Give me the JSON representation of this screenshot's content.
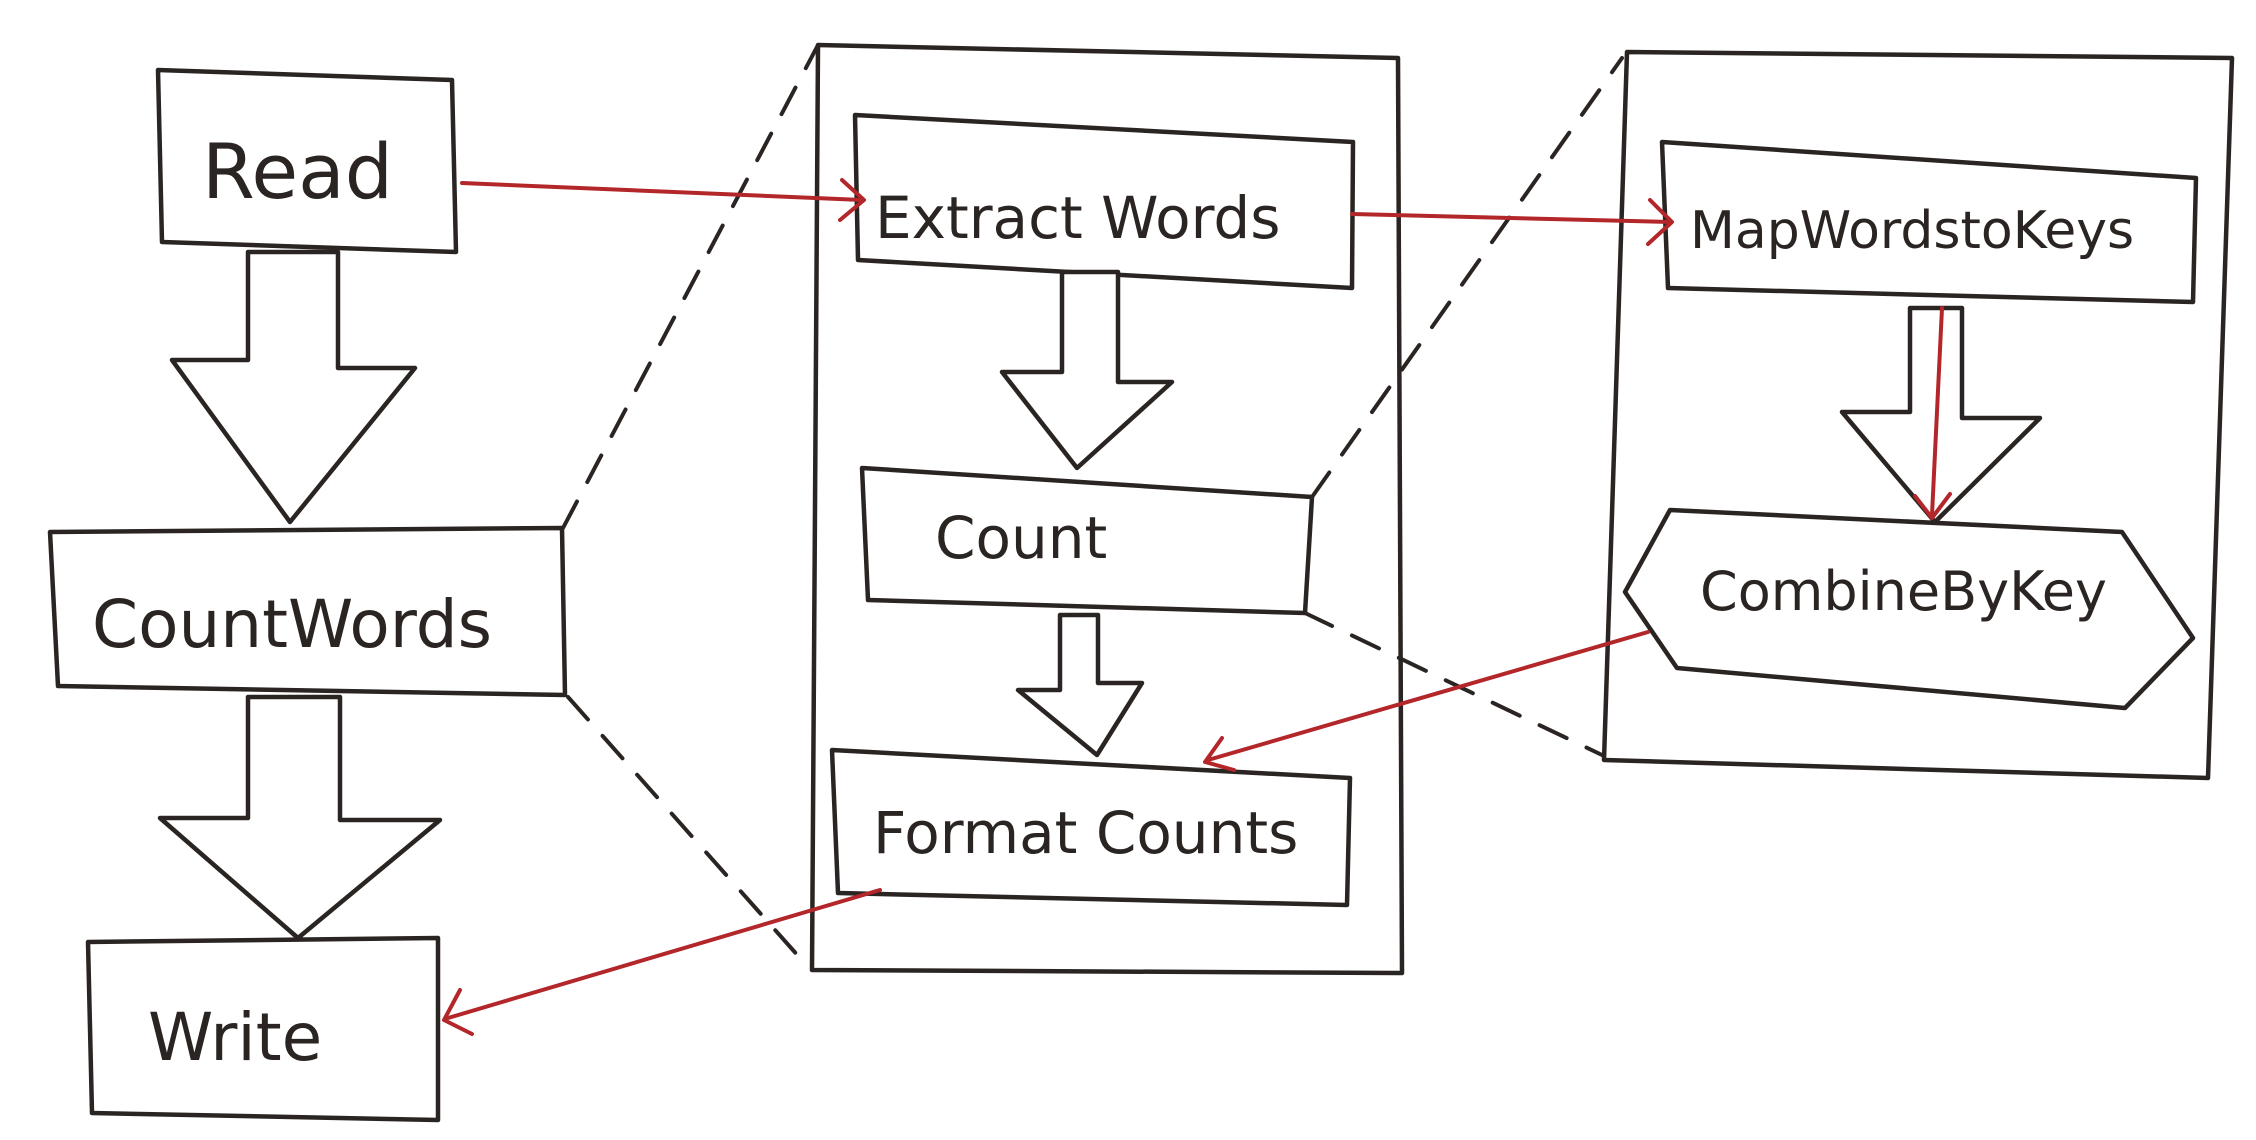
{
  "diagram": {
    "nodes": {
      "read": "Read",
      "count_words": "CountWords",
      "write": "Write",
      "extract_words": "Extract Words",
      "count": "Count",
      "format_counts": "Format Counts",
      "map_words_to_keys": "MapWordstoKeys",
      "combine_by_key": "CombineByKey"
    },
    "colors": {
      "ink": "#2a2522",
      "data_flow": "#b3262a",
      "background": "#ffffff"
    }
  }
}
